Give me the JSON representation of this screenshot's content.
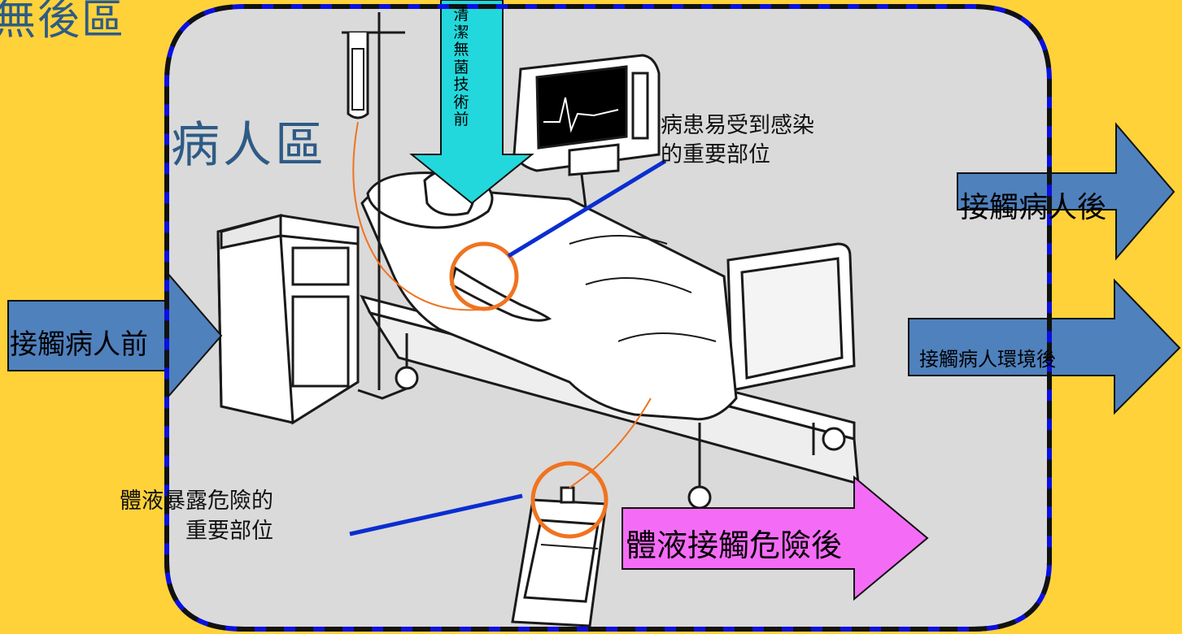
{
  "corner_title": "無後區",
  "zone_title": "病人區",
  "moments": {
    "before_aseptic": "清潔無菌技術前",
    "before_patient": "接觸病人前",
    "after_patient": "接觸病人後",
    "after_environment": "接觸病人環境後",
    "after_body_fluid": "體液接觸危險後"
  },
  "callouts": {
    "infection_line1": "病患易受到感染",
    "infection_line2": "的重要部位",
    "fluid_line1": "體液暴露危險的",
    "fluid_line2": "重要部位"
  },
  "colors": {
    "background": "#FFD23A",
    "zone_fill": "#DADADA",
    "zone_border": "#0A10E0",
    "arrow_blue": "#4F81BD",
    "arrow_cyan": "#22D8DC",
    "arrow_magenta": "#F46CF6",
    "highlight_circle": "#F07320",
    "callout_line": "#0A2ED0",
    "title_text": "#2E5B86"
  }
}
